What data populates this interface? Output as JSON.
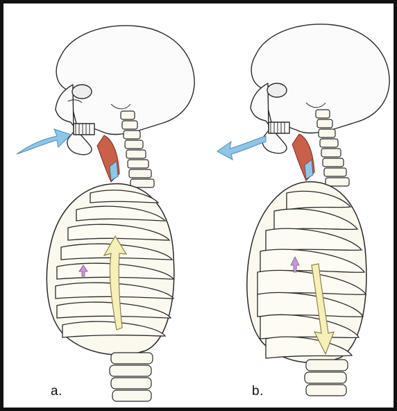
{
  "figure": {
    "panels": [
      {
        "label": "a.",
        "phase": "inhalation",
        "air_arrow": "inward",
        "ribcage_arrow": "upward"
      },
      {
        "label": "b.",
        "phase": "exhalation",
        "air_arrow": "outward",
        "ribcage_arrow": "downward"
      }
    ]
  },
  "colors": {
    "air_arrow": "#8ec6ea",
    "ribcage_arrow": "#f7efb8",
    "diaphragm_arrow": "#c89ad8",
    "muscle": "#c8604a",
    "bone": "#fbf8ee",
    "outline": "#2a2a2a"
  }
}
